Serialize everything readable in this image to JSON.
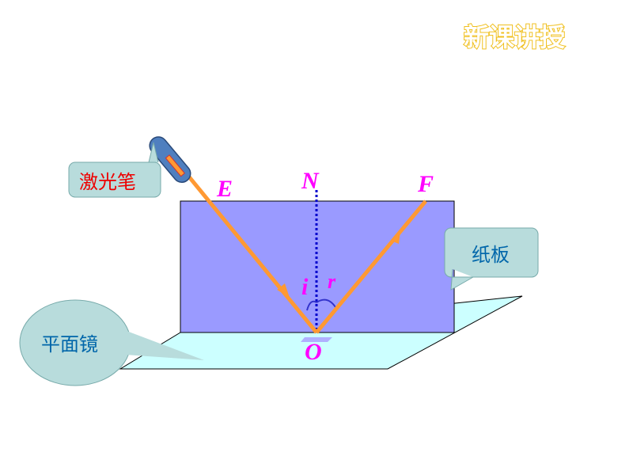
{
  "title": "新课讲授",
  "callouts": {
    "laser": "激光笔",
    "board": "纸板",
    "mirror": "平面镜"
  },
  "points": {
    "E": "E",
    "N": "N",
    "F": "F",
    "O": "O",
    "i": "i",
    "r": "r"
  },
  "colors": {
    "board": "#9a9aff",
    "mirror": "#ccffff",
    "ray": "#ff9933",
    "normal": "#0000cc",
    "label": "#ff00ff",
    "callout": "#b8dcdc"
  }
}
